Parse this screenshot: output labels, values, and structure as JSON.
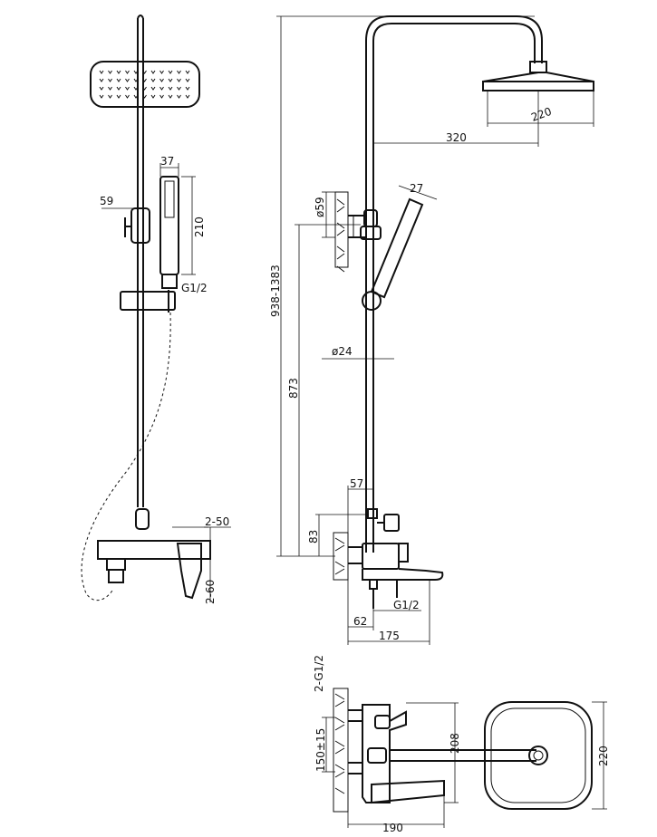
{
  "dimensions": {
    "d37": "37",
    "d59": "59",
    "d210": "210",
    "g12_hand": "G1/2",
    "d250": "2-50",
    "d260": "2-60",
    "d320": "320",
    "d220_head": "220",
    "d27": "27",
    "d59_dia": "ø59",
    "d938": "938-1383",
    "d873": "873",
    "d24": "ø24",
    "d57": "57",
    "d83": "83",
    "g12_out": "G1/2",
    "d62": "62",
    "d175": "175",
    "d2g12": "2-G1/2",
    "d150": "150±15",
    "d208": "208",
    "d190": "190",
    "d220_plan": "220"
  },
  "colors": {
    "line": "#111111",
    "background": "#ffffff"
  }
}
